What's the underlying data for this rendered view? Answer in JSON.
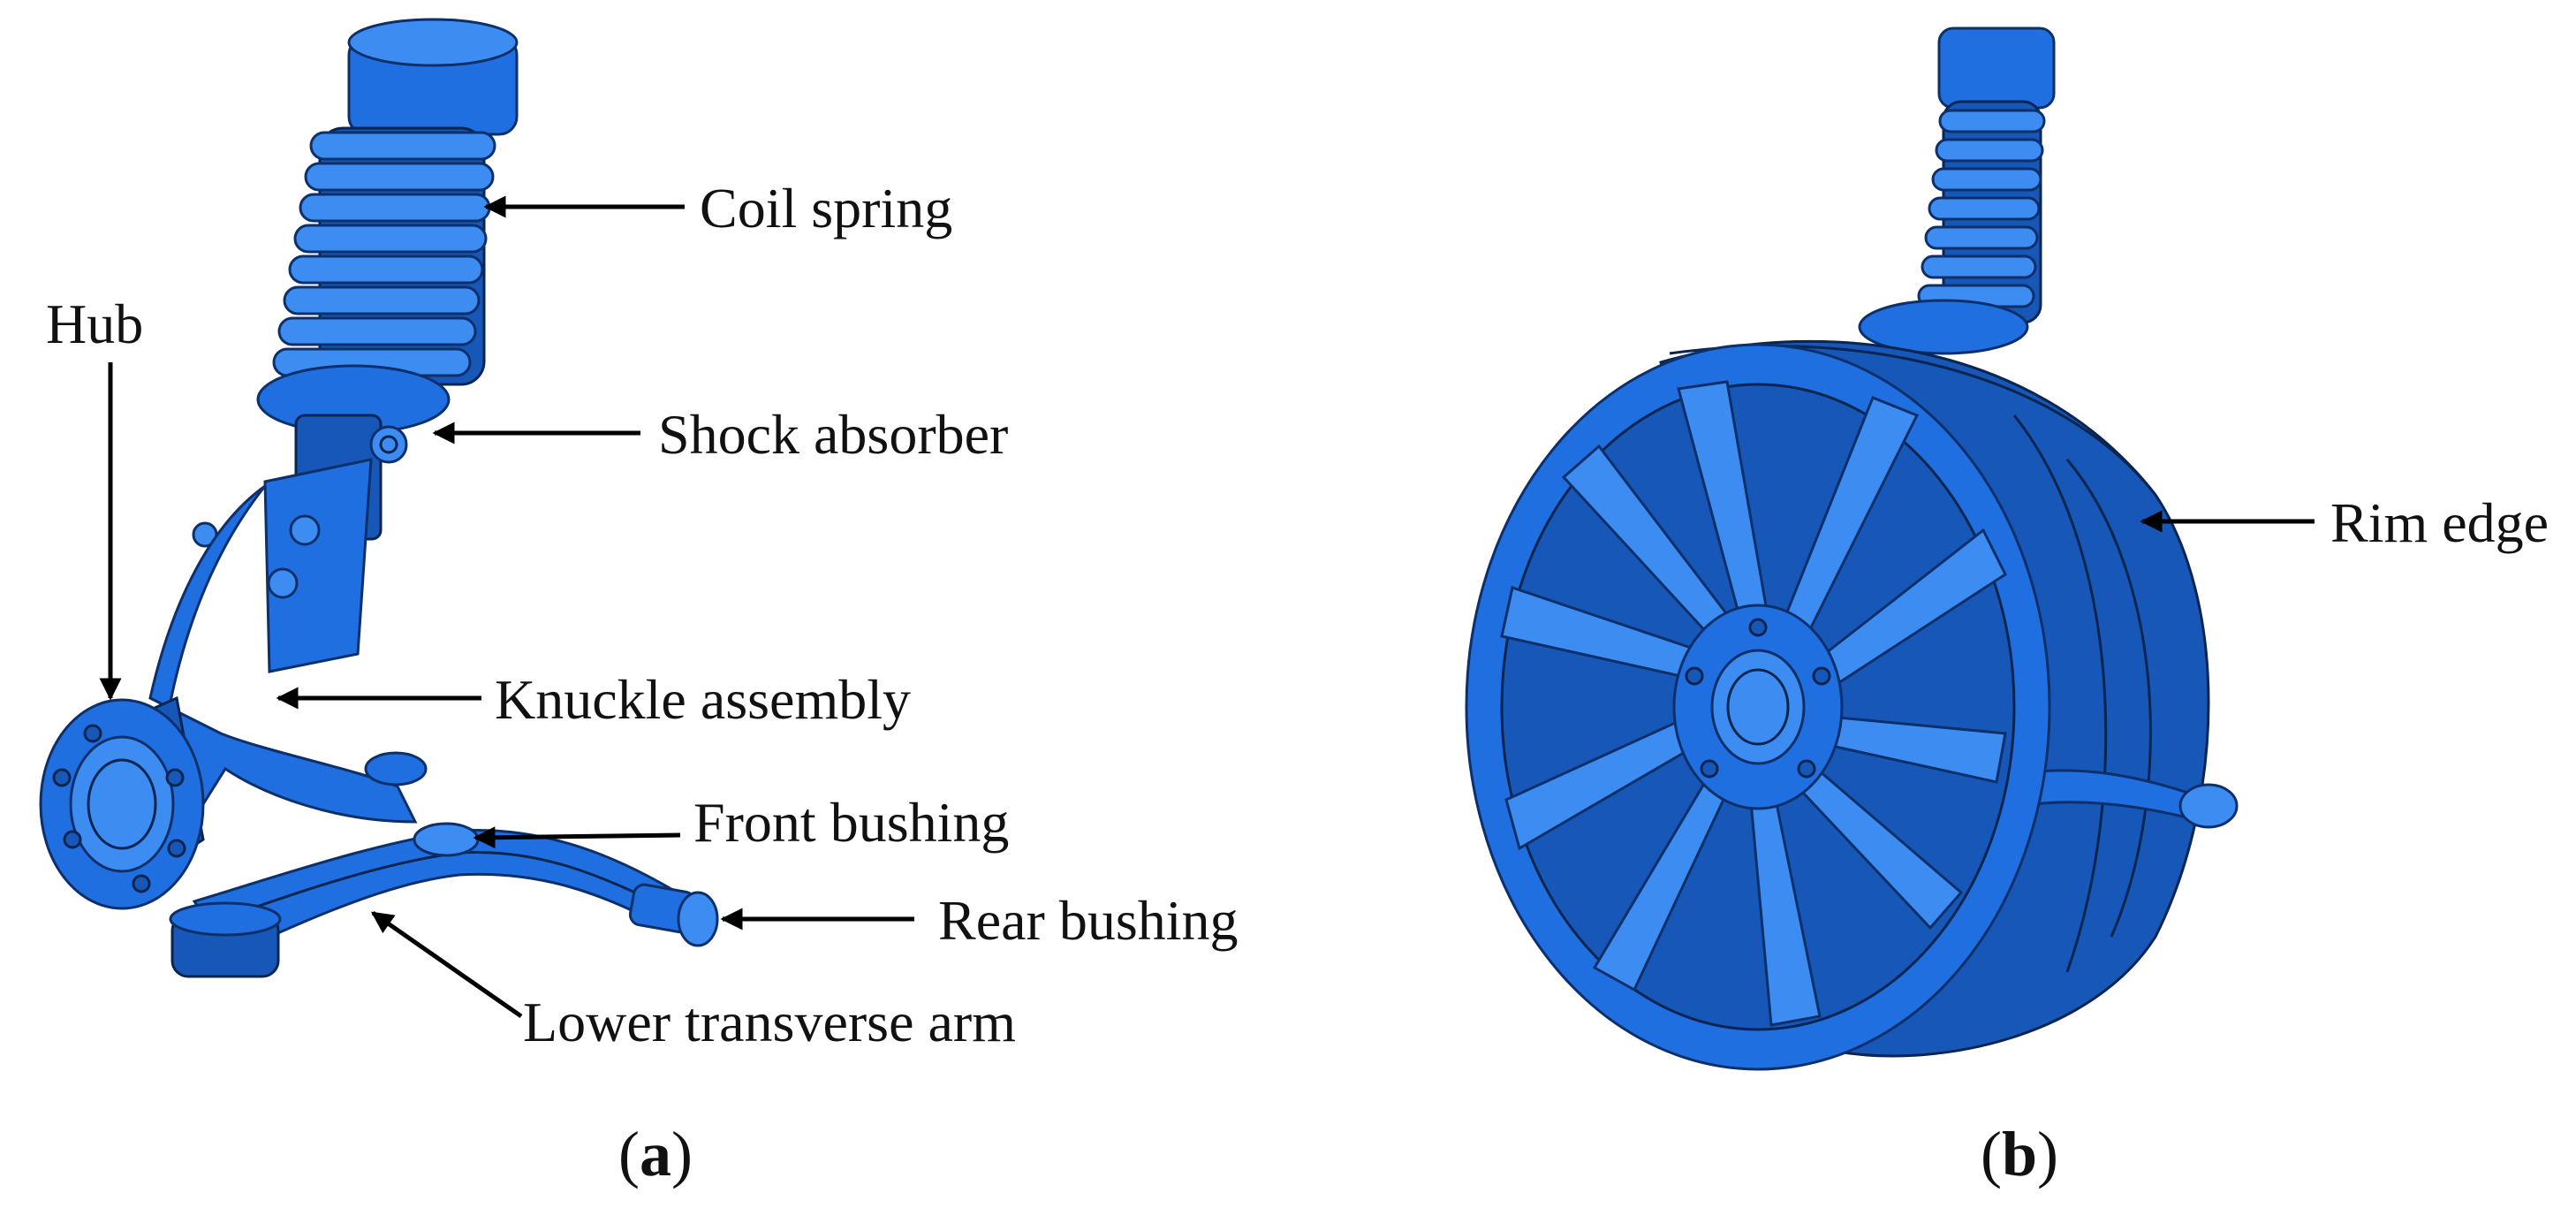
{
  "panel_a": {
    "labels": {
      "coil_spring": "Coil spring",
      "hub": "Hub",
      "shock_absorber": "Shock absorber",
      "knuckle_assembly": "Knuckle assembly",
      "front_bushing": "Front bushing",
      "rear_bushing": "Rear bushing",
      "lower_transverse_arm": "Lower transverse arm"
    },
    "caption": {
      "open": "(",
      "letter": "a",
      "close": ")"
    }
  },
  "panel_b": {
    "labels": {
      "rim_edge": "Rim edge"
    },
    "caption": {
      "open": "(",
      "letter": "b",
      "close": ")"
    }
  },
  "colors": {
    "part_fill": "#1f6fe0",
    "outline": "#0d2f6a",
    "text": "#111111"
  }
}
